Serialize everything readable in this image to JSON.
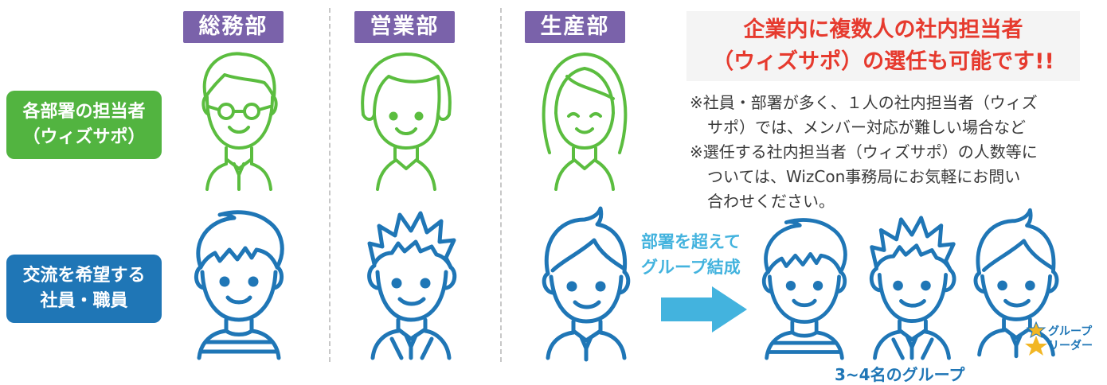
{
  "departments": [
    "総務部",
    "営業部",
    "生産部"
  ],
  "rows": {
    "staff_contact": [
      "各部署の担当者",
      "（ウィズサポ）"
    ],
    "employees": [
      "交流を希望する",
      "社員・職員"
    ]
  },
  "headline": [
    "企業内に複数人の社内担当者",
    "（ウィズサポ）の選任も可能です!!"
  ],
  "notes": [
    "※社員・部署が多く、１人の社内担当者（ウィズ",
    "サポ）では、メンバー対応が難しい場合など",
    "※選任する社内担当者（ウィズサポ）の人数等に",
    "ついては、WizCon事務局にお気軽にお問い",
    "合わせください。"
  ],
  "arrow_text": [
    "部署を超えて",
    "グループ結成"
  ],
  "group_label": "3~4名のグループ",
  "leader_label": [
    "グループ",
    "リーダー"
  ],
  "colors": {
    "purple": "#7a62aa",
    "green": "#52b440",
    "blue": "#1f76b6",
    "light_blue": "#43b3de",
    "red": "#e63a2e"
  }
}
